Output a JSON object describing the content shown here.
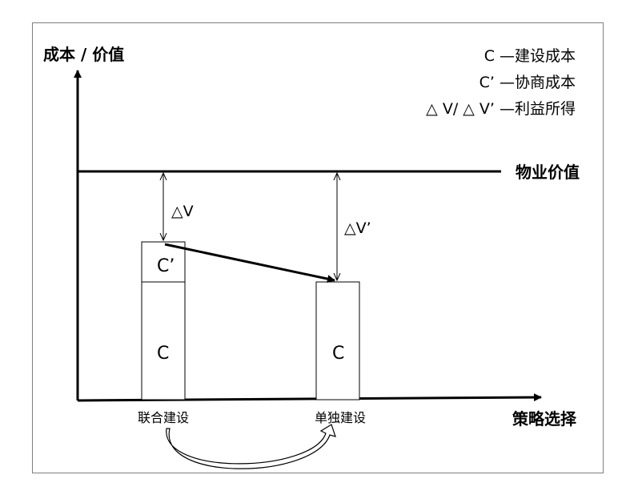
{
  "axes": {
    "y_label": "成本 / 价值",
    "x_label": "策略选择"
  },
  "legend": {
    "c": "C —建设成本",
    "c_prime": "C’  —协商成本",
    "delta": "△ V/ △ V’  —利益所得"
  },
  "value_line_label": "物业价值",
  "bars": {
    "joint": {
      "label": "联合建设",
      "c_label": "C",
      "c_prime_label": "C’",
      "delta_label": "△V"
    },
    "solo": {
      "label": "单独建设",
      "c_label": "C",
      "delta_label": "△V’"
    }
  },
  "colors": {
    "stroke": "#000000",
    "frame": "#7f7f7f"
  }
}
